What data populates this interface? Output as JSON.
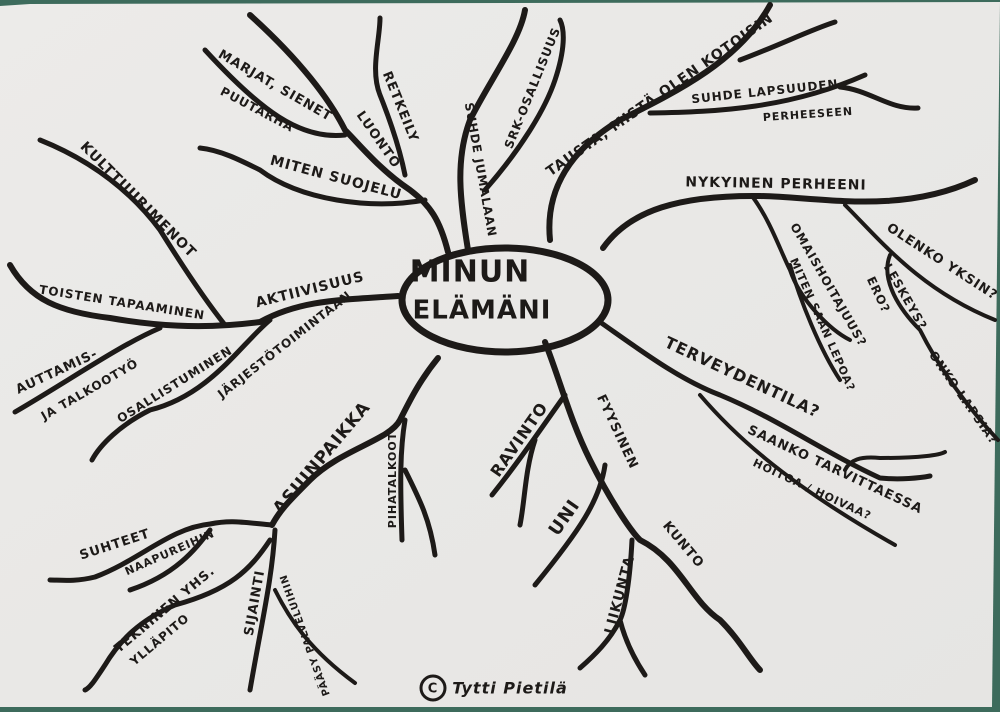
{
  "center": {
    "line1": "MINUN",
    "line2": "ELÄMÄNI"
  },
  "branches": {
    "luonto": {
      "label": "LUONTO",
      "retkeily": "RETKEILY",
      "marjat": "MARJAT, SIENET",
      "puutarha": "PUUTARHA",
      "suojelu": "MITEN SUOJELU"
    },
    "aktiivisuus": {
      "label": "AKTIIVISUUS",
      "kulttuuri": "KULTTUURIMENOT",
      "toisten": "TOISTEN TAPAAMINEN",
      "auttamis": "AUTTAMIS-",
      "talkoo": "JA TALKOOTYÖ",
      "osallistuminen": "OSALLISTUMINEN",
      "jarjesto": "JÄRJESTÖTOIMINTAAN"
    },
    "jumala": {
      "label": "SUHDE JUMALAAN",
      "srk": "SRK-OSALLISUUS"
    },
    "tausta": {
      "label": "TAUSTA, MISTÄ OLEN KOTOISIN",
      "suhde1": "SUHDE LAPSUUDEN",
      "suhde2": "PERHEESEEN"
    },
    "perhe": {
      "label": "NYKYINEN PERHEENI",
      "omais": "OMAISHOITAJUUS?",
      "lepo": "MITEN SAAN LEPOA?",
      "yksin": "OLENKO YKSIN?",
      "leskeys": "LESKEYS?",
      "ero": "ERO?",
      "lapsia": "ONKO LAPSIA?"
    },
    "terveys": {
      "label": "TERVEYDENTILA?",
      "saanko": "SAANKO TARVITTAESSA",
      "hoitoa": "HOITOA / HOIVAA?"
    },
    "kunto": {
      "label1": "FYYSINEN",
      "label2": "KUNTO",
      "ravinto": "RAVINTO",
      "uni": "UNI",
      "liikunta": "LIIKUNTA"
    },
    "asuinpaikka": {
      "label": "ASUINPAIKKA",
      "piha": "PIHATALKOOT",
      "suhteet": "SUHTEET",
      "naapurit": "NAAPUREIHIN",
      "tekninen": "TEKNINEN YHS.",
      "yllapito": "YLLÄPITO",
      "sijainti": "SIJAINTI",
      "paasy": "PÄÄSY PALVELUIHIN"
    }
  },
  "signature": {
    "symbol": "C",
    "name": "Tytti Pietilä"
  }
}
